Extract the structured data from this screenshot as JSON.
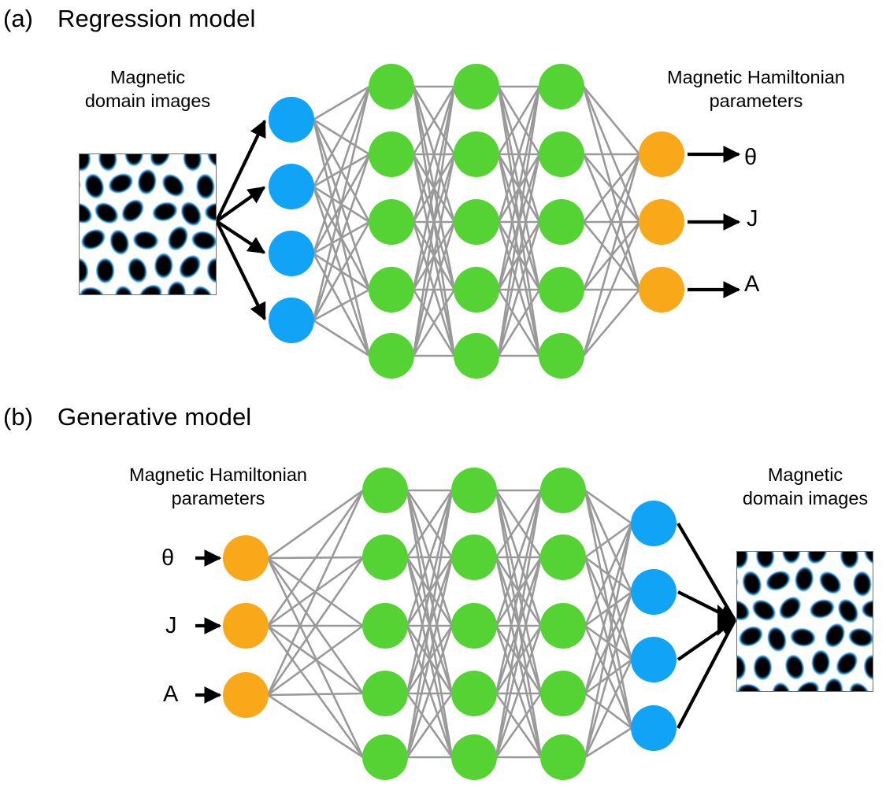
{
  "figure": {
    "panels": [
      {
        "tag": "(a)",
        "title": "Regression model",
        "input_caption": "Magnetic\ndomain images",
        "output_caption": "Magnetic Hamiltonian\nparameters",
        "output_labels": [
          "θ",
          "J",
          "A"
        ],
        "layers": [
          {
            "role": "input-layer",
            "color": "#11a3f5",
            "count": 4
          },
          {
            "role": "hidden-layer-1",
            "color": "#55d335",
            "count": 5
          },
          {
            "role": "hidden-layer-2",
            "color": "#55d335",
            "count": 5
          },
          {
            "role": "hidden-layer-3",
            "color": "#55d335",
            "count": 5
          },
          {
            "role": "output-layer",
            "color": "#f9a81a",
            "count": 3
          }
        ]
      },
      {
        "tag": "(b)",
        "title": "Generative model",
        "input_caption": "Magnetic Hamiltonian\nparameters",
        "output_caption": "Magnetic\ndomain images",
        "input_labels": [
          "θ",
          "J",
          "A"
        ],
        "layers": [
          {
            "role": "input-layer",
            "color": "#f9a81a",
            "count": 3
          },
          {
            "role": "hidden-layer-1",
            "color": "#55d335",
            "count": 5
          },
          {
            "role": "hidden-layer-2",
            "color": "#55d335",
            "count": 5
          },
          {
            "role": "hidden-layer-3",
            "color": "#55d335",
            "count": 5
          },
          {
            "role": "output-layer",
            "color": "#11a3f5",
            "count": 4
          }
        ]
      }
    ],
    "colors": {
      "input_blue": "#11a3f5",
      "hidden_green": "#55d335",
      "param_orange": "#f9a81a",
      "edge_gray": "#999999",
      "arrow_black": "#000000",
      "domain_dark": "#000000",
      "domain_light": "#ffffff",
      "domain_edge_blue": "#1f8fd6"
    },
    "domain_image": {
      "name": "magnetic-domain-pattern",
      "description": "stripe/bubble magnetic domain pattern: dark elliptical domains on white background with blue halos",
      "lattice": {
        "cols": 5,
        "rows": 5,
        "ellipse_rx": 13,
        "ellipse_ry": 17
      }
    }
  }
}
